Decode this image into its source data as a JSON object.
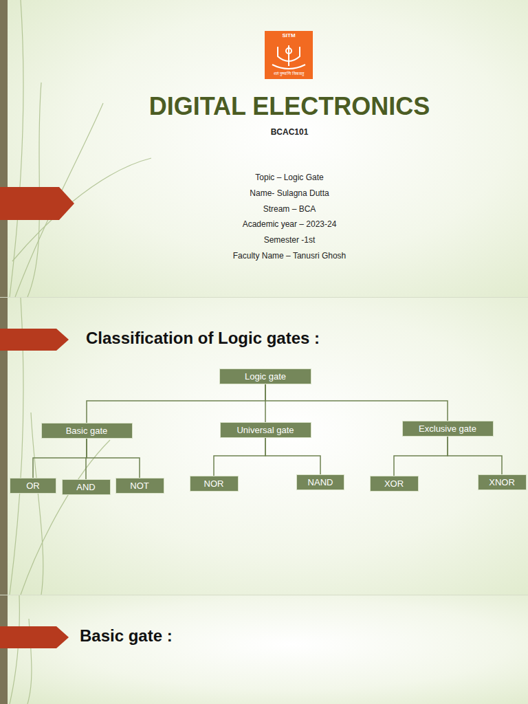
{
  "diagram": {
    "title": "DIGITAL ELECTRONICS",
    "nodes": [
      {
        "text": [
          "Logic gate"
        ]
      },
      {
        "text": [
          "Basic gate"
        ]
      },
      {
        "text": [
          "Universal gate"
        ]
      },
      {
        "text": [
          "Exclusive gate"
        ]
      },
      {
        "text": [
          "OR"
        ]
      },
      {
        "text": [
          "AND"
        ]
      },
      {
        "text": [
          "NOT"
        ]
      },
      {
        "text": [
          "NOR"
        ]
      },
      {
        "text": [
          "NAND"
        ]
      },
      {
        "text": [
          "XOR"
        ]
      },
      {
        "text": [
          "XNOR"
        ]
      }
    ],
    "edges": [
      {
        "from": 0,
        "to": 1,
        "arrow": "none"
      },
      {
        "from": 0,
        "to": 2,
        "arrow": "none"
      },
      {
        "from": 0,
        "to": 3,
        "arrow": "none"
      },
      {
        "from": 1,
        "to": 4,
        "arrow": "none"
      },
      {
        "from": 1,
        "to": 5,
        "arrow": "none"
      },
      {
        "from": 1,
        "to": 6,
        "arrow": "none"
      },
      {
        "from": 2,
        "to": 7,
        "arrow": "none"
      },
      {
        "from": 2,
        "to": 8,
        "arrow": "none"
      },
      {
        "from": 3,
        "to": 9,
        "arrow": "none"
      },
      {
        "from": 3,
        "to": 10,
        "arrow": "none"
      }
    ],
    "labels": [
      "SITM",
      "शतं पुष्पाणि विकसतु",
      "BCAC101",
      "Topic – Logic Gate",
      "Name- Sulagna Dutta",
      "Stream – BCA",
      "Academic year – 2023-24",
      "Semester -1st",
      "Faculty Name – Tanusri Ghosh",
      "Classification of Logic gates :",
      "Basic gate :"
    ]
  }
}
